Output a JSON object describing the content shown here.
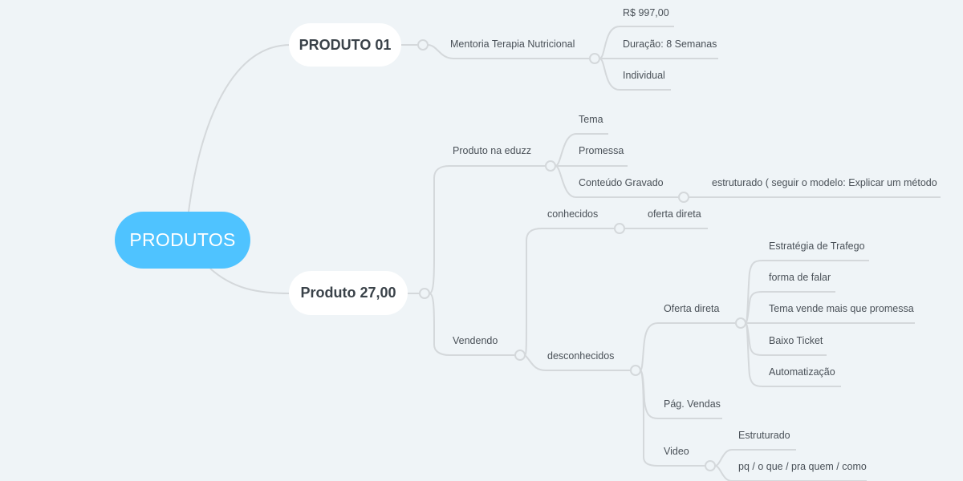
{
  "root": {
    "label": "PRODUTOS",
    "color": "#4fc3ff"
  },
  "branches": [
    {
      "label": "PRODUTO 01",
      "children": [
        {
          "label": "Mentoria Terapia Nutricional",
          "children": [
            {
              "label": "R$ 997,00"
            },
            {
              "label": "Duração: 8 Semanas"
            },
            {
              "label": "Individual"
            }
          ]
        }
      ]
    },
    {
      "label": "Produto 27,00",
      "children": [
        {
          "label": "Produto na eduzz",
          "children": [
            {
              "label": "Tema"
            },
            {
              "label": "Promessa"
            },
            {
              "label": "Conteúdo Gravado",
              "children": [
                {
                  "label": "estruturado ( seguir o modelo: Explicar um método"
                }
              ]
            }
          ]
        },
        {
          "label": "Vendendo",
          "children": [
            {
              "label": "conhecidos",
              "children": [
                {
                  "label": "oferta direta"
                }
              ]
            },
            {
              "label": "desconhecidos",
              "children": [
                {
                  "label": "Oferta direta",
                  "children": [
                    {
                      "label": "Estratégia de Trafego"
                    },
                    {
                      "label": "forma de falar"
                    },
                    {
                      "label": "Tema vende mais que promessa"
                    },
                    {
                      "label": "Baixo Ticket"
                    },
                    {
                      "label": "Automatização"
                    }
                  ]
                },
                {
                  "label": "Pág. Vendas"
                },
                {
                  "label": "Video",
                  "children": [
                    {
                      "label": "Estruturado"
                    },
                    {
                      "label": "pq / o que / pra quem / como"
                    }
                  ]
                }
              ]
            }
          ]
        }
      ]
    }
  ]
}
